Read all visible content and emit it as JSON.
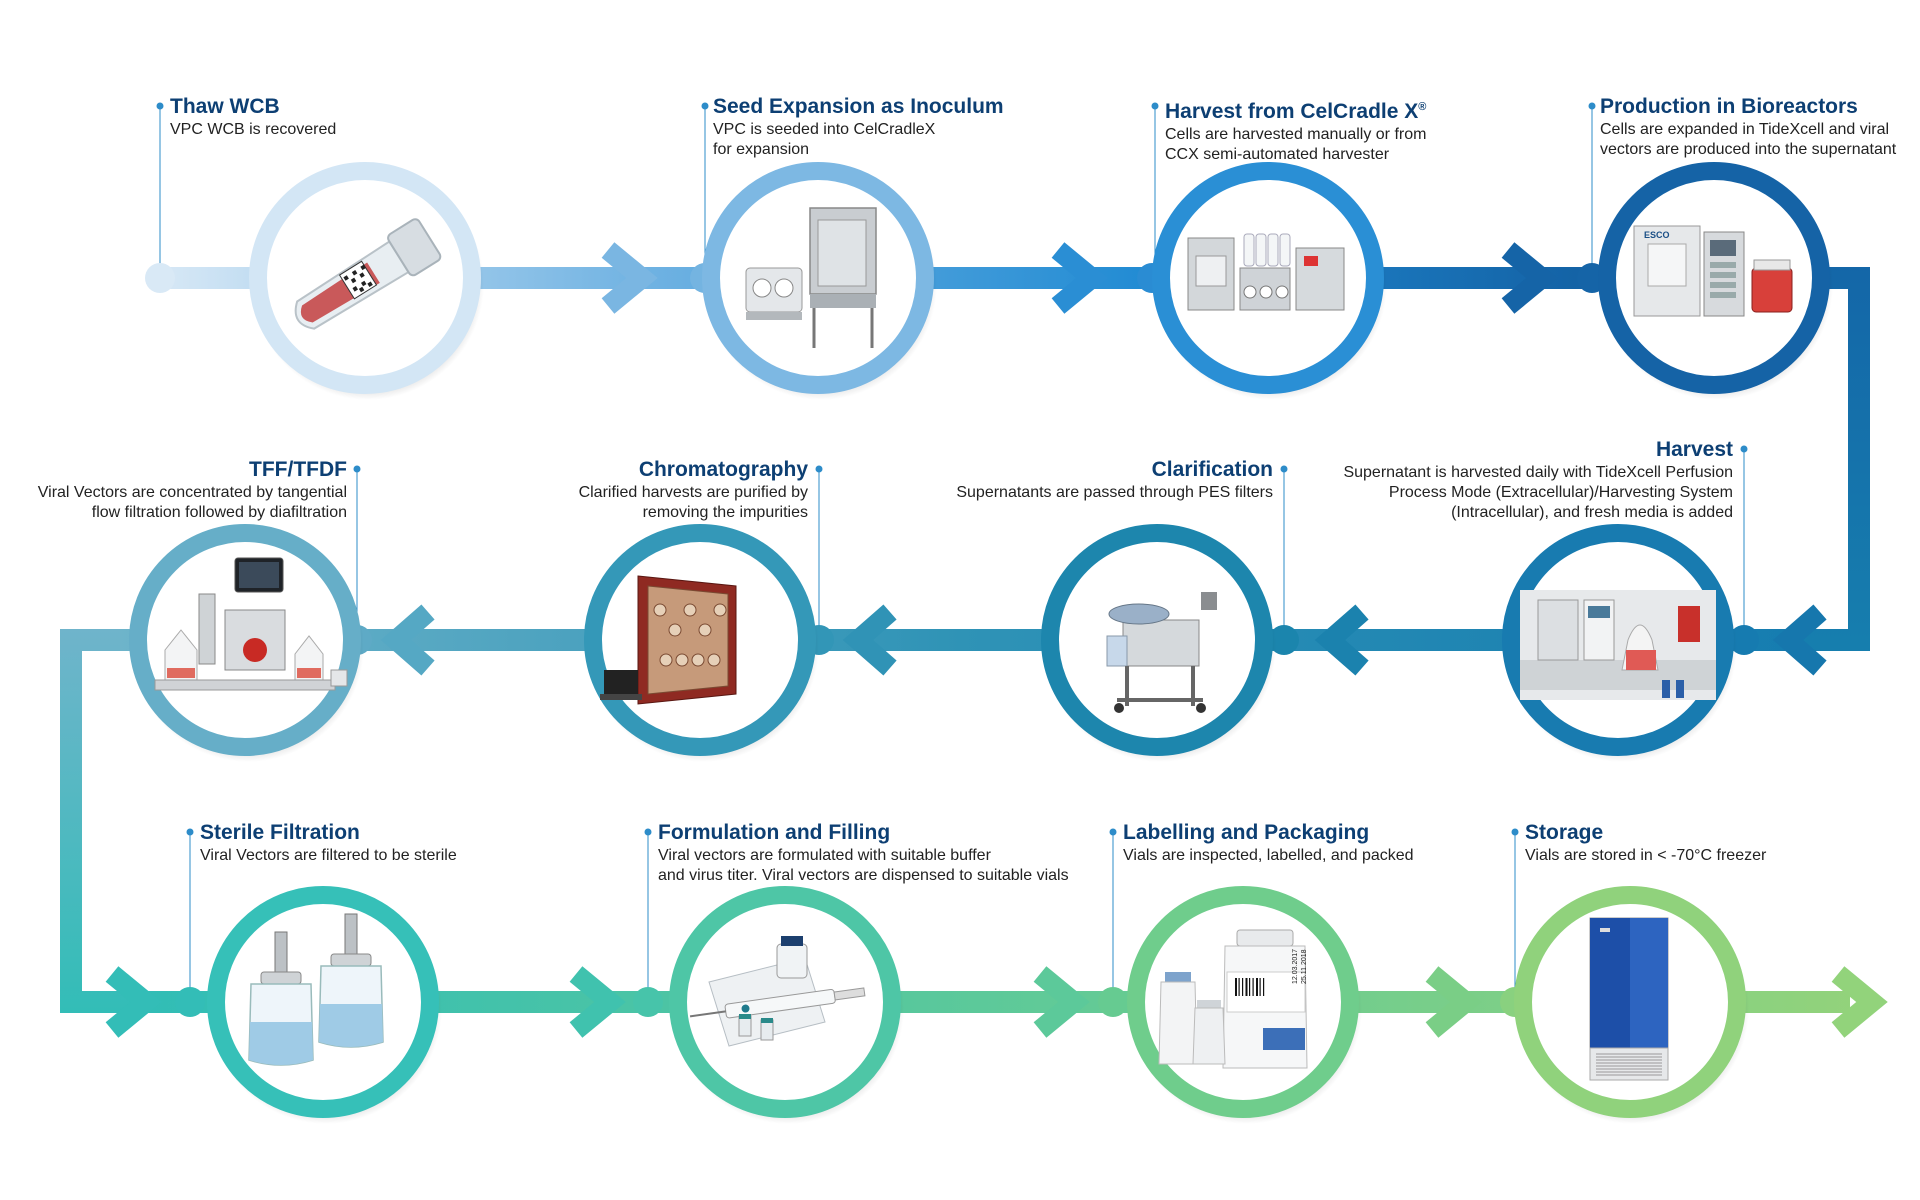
{
  "steps": [
    {
      "id": "thaw-wcb",
      "title": "Thaw WCB",
      "desc": [
        "VPC WCB is recovered"
      ],
      "illustration": "cryovial-icon"
    },
    {
      "id": "seed-expansion",
      "title": "Seed Expansion as Inoculum",
      "desc": [
        "VPC is seeded into CelCradleX",
        "for expansion"
      ],
      "illustration": "celcradle-incubator-icon"
    },
    {
      "id": "harvest-celcradle",
      "title": "Harvest from CelCradle X",
      "title_mark": "®",
      "desc": [
        "Cells are harvested manually or from",
        "CCX semi-automated harvester"
      ],
      "illustration": "harvester-system-icon"
    },
    {
      "id": "production-bioreactors",
      "title": "Production in Bioreactors",
      "desc": [
        "Cells are expanded in TideXcell and viral",
        "vectors are produced into the supernatant"
      ],
      "illustration": "bioreactor-icon"
    },
    {
      "id": "harvest",
      "title": "Harvest",
      "desc": [
        "Supernatant is harvested daily with TideXcell Perfusion",
        "Process Mode (Extracellular)/Harvesting System",
        "(Intracellular), and fresh media is added"
      ],
      "illustration": "perfusion-system-icon"
    },
    {
      "id": "clarification",
      "title": "Clarification",
      "desc": [
        "Supernatants are passed through PES filters"
      ],
      "illustration": "filter-cart-icon"
    },
    {
      "id": "chromatography",
      "title": "Chromatography",
      "desc": [
        "Clarified harvests are purified by",
        "removing the impurities"
      ],
      "illustration": "chromatography-system-icon"
    },
    {
      "id": "tff-tfdf",
      "title": "TFF/TFDF",
      "desc": [
        "Viral Vectors are concentrated by tangential",
        "flow filtration followed by diafiltration"
      ],
      "illustration": "tff-system-icon"
    },
    {
      "id": "sterile-filtration",
      "title": "Sterile Filtration",
      "desc": [
        "Viral Vectors are filtered to be sterile"
      ],
      "illustration": "filter-bottles-icon"
    },
    {
      "id": "formulation-filling",
      "title": "Formulation and Filling",
      "desc": [
        "Viral vectors are formulated with suitable buffer",
        "and virus titer. Viral vectors are dispensed to suitable vials"
      ],
      "illustration": "syringe-vials-icon"
    },
    {
      "id": "labelling-packaging",
      "title": "Labelling and Packaging",
      "desc": [
        "Vials are inspected, labelled, and packed"
      ],
      "illustration": "labelled-bottles-icon"
    },
    {
      "id": "storage",
      "title": "Storage",
      "desc": [
        "Vials are stored in < -70°C freezer"
      ],
      "illustration": "freezer-icon"
    }
  ],
  "bottle_label": {
    "line1": "12.03.2017",
    "line2": "25.11.2018"
  },
  "brand_label": "ESCO",
  "colors": {
    "title": "#0d3f73",
    "row1": [
      "#cfe3f3",
      "#7db8e3",
      "#2d90d6",
      "#1565a8"
    ],
    "row2": [
      "#1a78b4",
      "#1a86ad",
      "#3497b8",
      "#68b0c9"
    ],
    "row3": [
      "#35bfb9",
      "#4cc5a6",
      "#6ccc8d",
      "#8ed07c"
    ]
  }
}
